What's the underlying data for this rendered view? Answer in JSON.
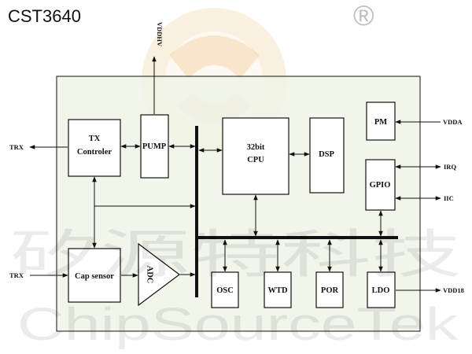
{
  "title": "CST3640",
  "blocks": {
    "tx_line1": "TX",
    "tx_line2": "Controler",
    "pump": "PUMP",
    "cpu_line1": "32bit",
    "cpu_line2": "CPU",
    "dsp": "DSP",
    "pm": "PM",
    "gpio": "GPIO",
    "cap": "Cap sensor",
    "adc": "ADC",
    "osc": "OSC",
    "wtd": "WTD",
    "por": "POR",
    "ldo": "LDO"
  },
  "signals": {
    "trx_top": "TRX",
    "trx_bottom": "TRX",
    "vddhv": "VDDHV",
    "vdda": "VDDA",
    "irq": "IRQ",
    "iic": "IIC",
    "vdd18": "VDD18"
  },
  "watermark": {
    "chinese": "矽源特科技",
    "english": "ChipSourceTek",
    "registered": "®"
  },
  "colors": {
    "chip_fill": "#eef3e6",
    "logo_orange": "#f4dcb7"
  }
}
